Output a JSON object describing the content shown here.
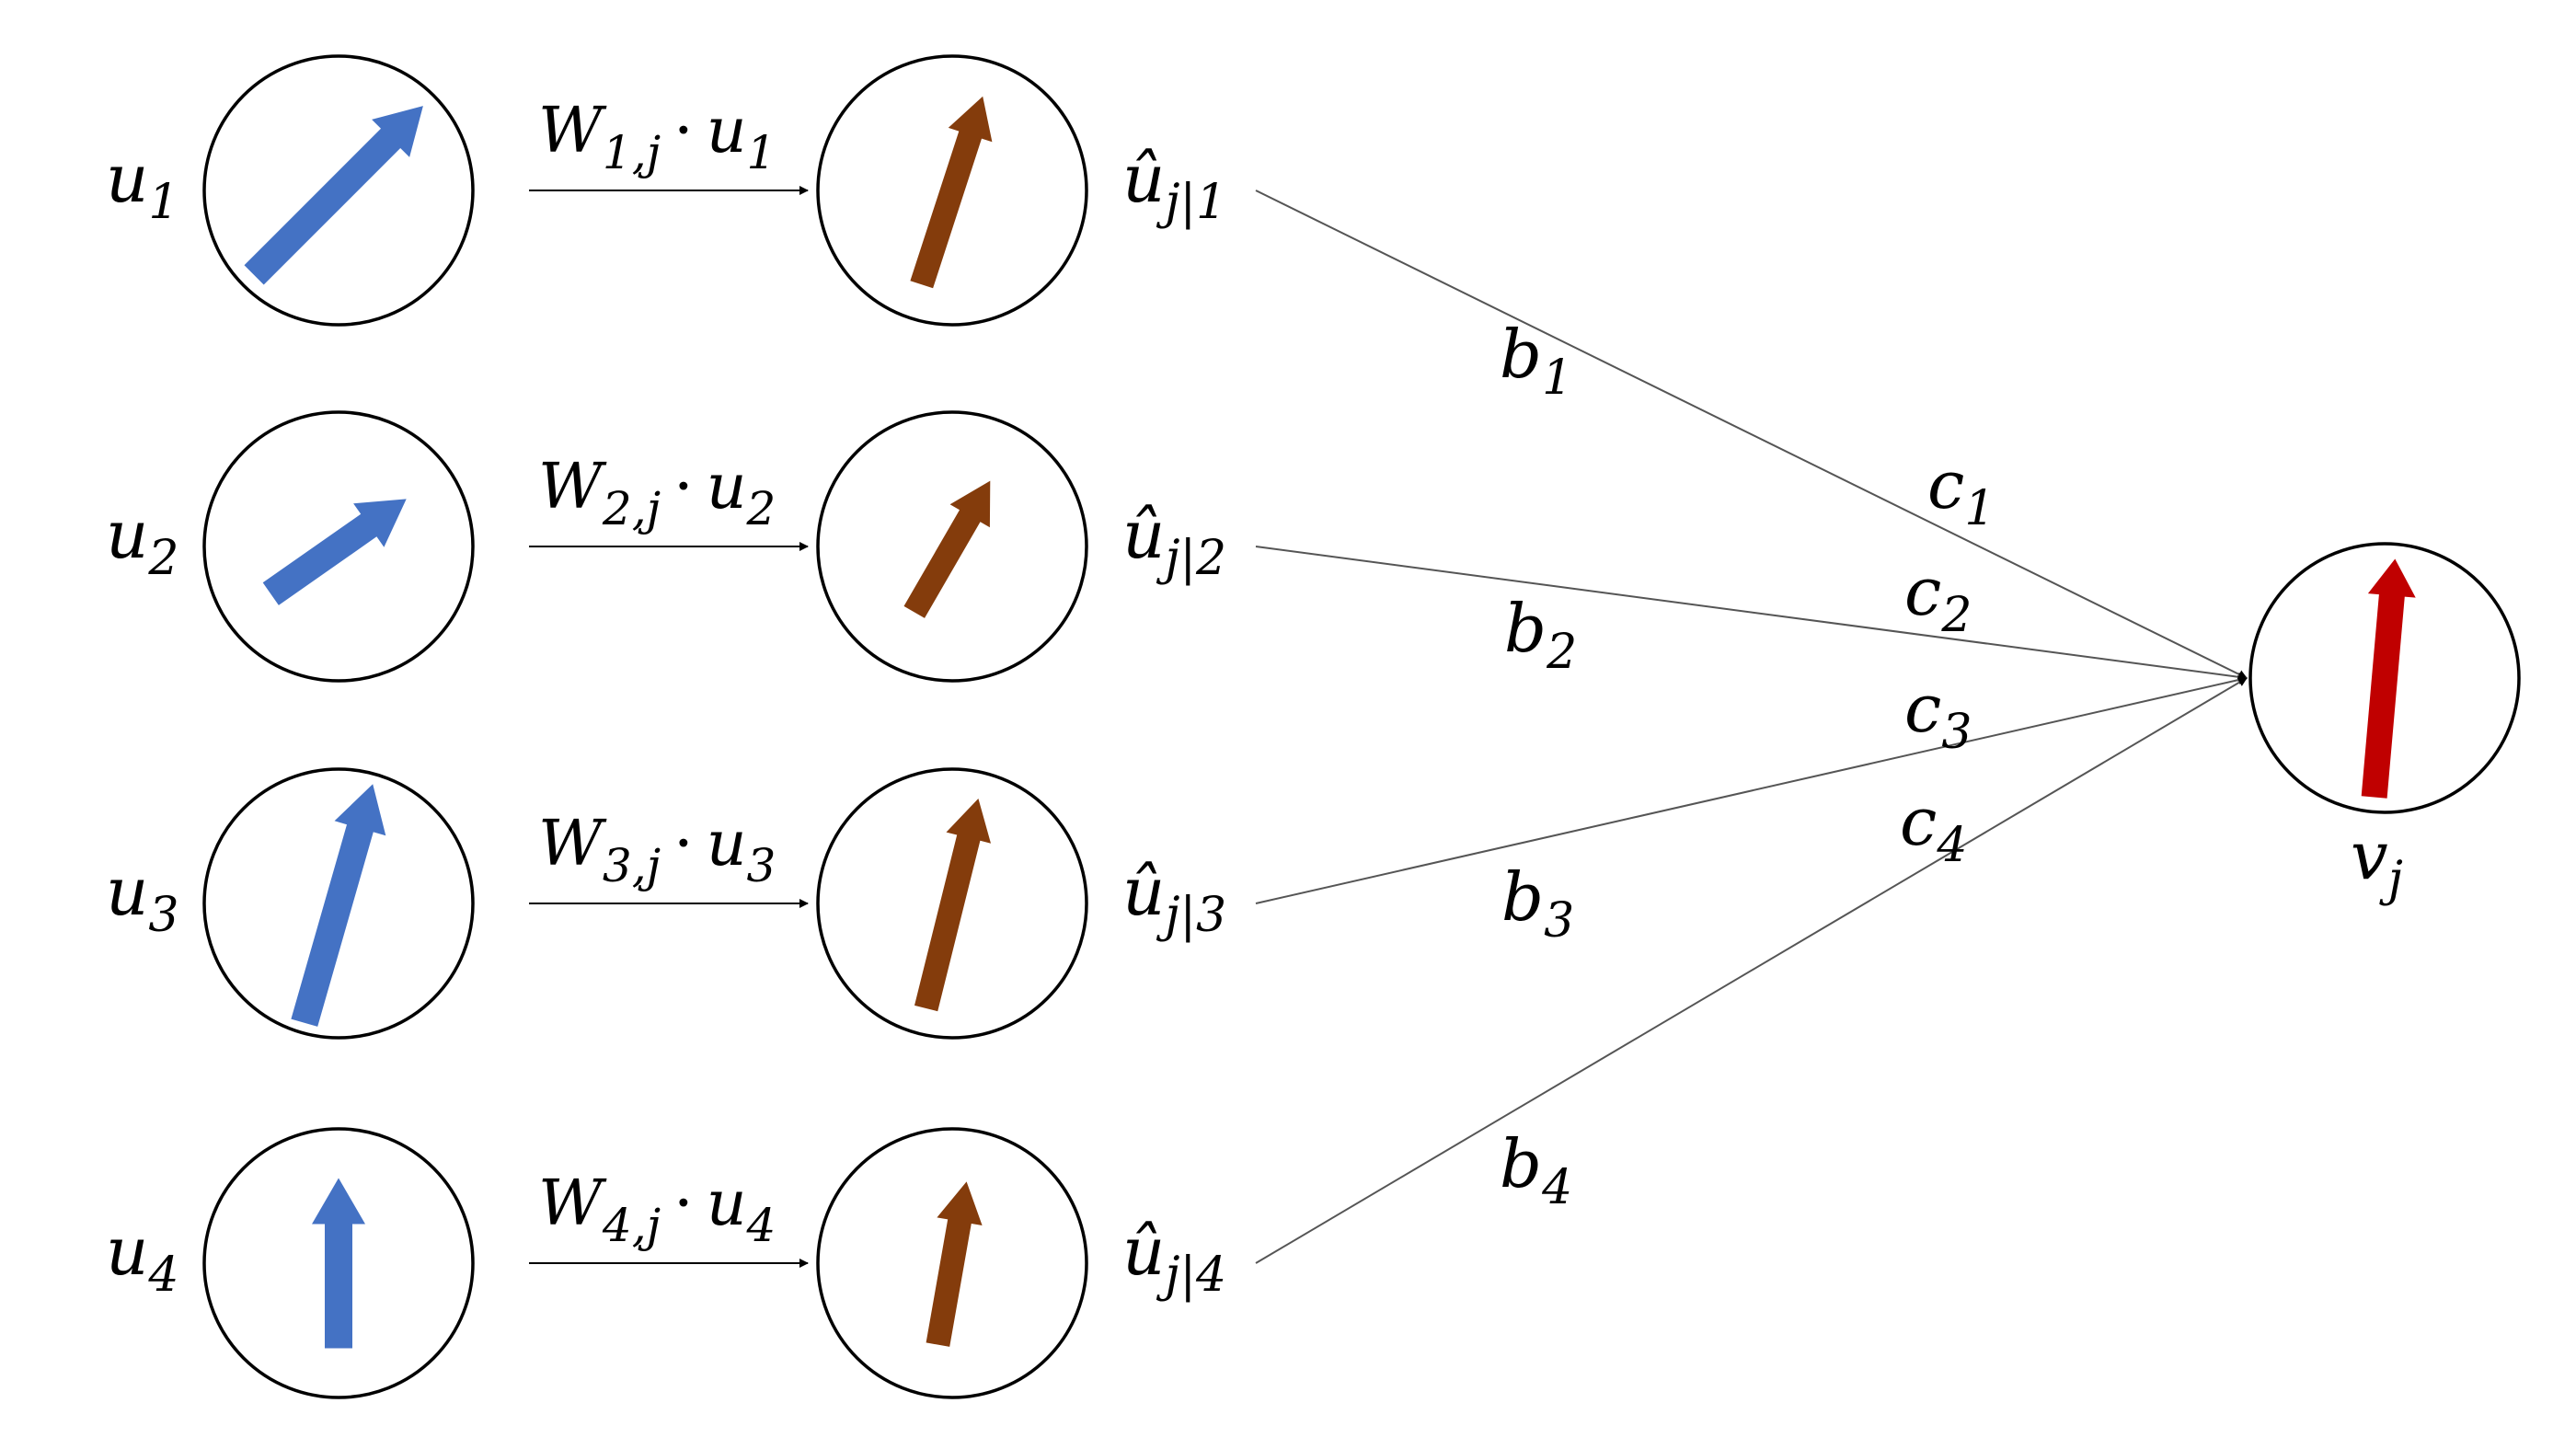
{
  "colors": {
    "input_vector": "#4472c4",
    "prediction_vector": "#843c0c",
    "output_vector": "#c00000",
    "outline": "#000000"
  },
  "inputs": [
    {
      "base": "u",
      "sub": "1",
      "angle_deg": 45
    },
    {
      "base": "u",
      "sub": "2",
      "angle_deg": 35
    },
    {
      "base": "u",
      "sub": "3",
      "angle_deg": 74
    },
    {
      "base": "u",
      "sub": "4",
      "angle_deg": 90
    }
  ],
  "transforms": [
    {
      "w": "W",
      "w_sub": "1,j",
      "dot": "·",
      "u": "u",
      "u_sub": "1"
    },
    {
      "w": "W",
      "w_sub": "2,j",
      "dot": "·",
      "u": "u",
      "u_sub": "2"
    },
    {
      "w": "W",
      "w_sub": "3,j",
      "dot": "·",
      "u": "u",
      "u_sub": "3"
    },
    {
      "w": "W",
      "w_sub": "4,j",
      "dot": "·",
      "u": "u",
      "u_sub": "4"
    }
  ],
  "predictions": [
    {
      "base": "û",
      "sub": "j|1",
      "angle_deg": 72
    },
    {
      "base": "û",
      "sub": "j|2",
      "angle_deg": 60
    },
    {
      "base": "û",
      "sub": "j|3",
      "angle_deg": 76
    },
    {
      "base": "û",
      "sub": "j|4",
      "angle_deg": 80
    }
  ],
  "b_labels": [
    {
      "base": "b",
      "sub": "1"
    },
    {
      "base": "b",
      "sub": "2"
    },
    {
      "base": "b",
      "sub": "3"
    },
    {
      "base": "b",
      "sub": "4"
    }
  ],
  "c_labels": [
    {
      "base": "c",
      "sub": "1"
    },
    {
      "base": "c",
      "sub": "2"
    },
    {
      "base": "c",
      "sub": "3"
    },
    {
      "base": "c",
      "sub": "4"
    }
  ],
  "output": {
    "base": "v",
    "sub": "j",
    "angle_deg": 85
  }
}
